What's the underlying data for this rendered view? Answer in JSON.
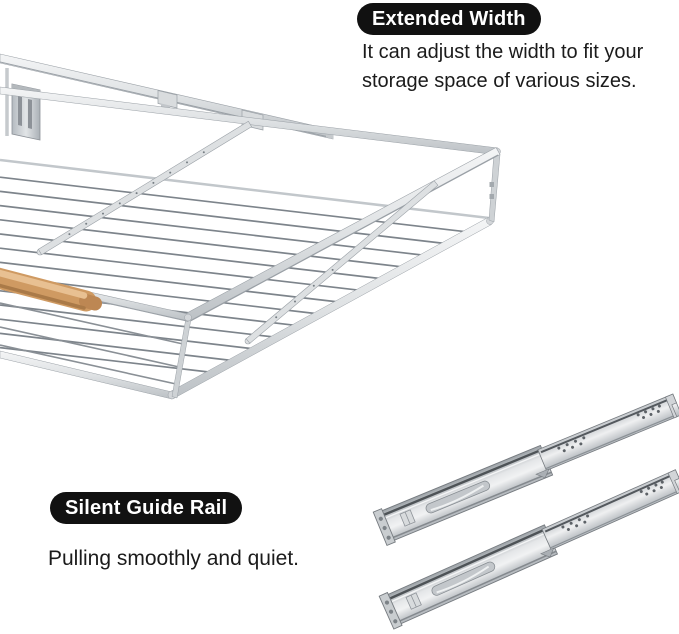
{
  "annotations": {
    "extended_width": {
      "badge": "Extended Width",
      "line1": "It can adjust the width to fit your",
      "line2": "storage space of various sizes."
    },
    "silent_guide_rail": {
      "badge": "Silent Guide Rail",
      "line1": "Pulling smoothly and quiet."
    }
  },
  "illustrations": {
    "basket": "pull-out wire basket with wooden handle and extendable rear rail",
    "rails": "pair of telescopic ball-bearing drawer slide rails"
  },
  "colors": {
    "background": "#ffffff",
    "badge_bg": "#111111",
    "badge_text": "#ffffff",
    "body_text": "#1b1b1b",
    "metal_light": "#eceef0",
    "metal_mid": "#c9cdd1",
    "metal_dark": "#85898e",
    "wire": "#7d848b",
    "wood": "#cf9a62"
  }
}
